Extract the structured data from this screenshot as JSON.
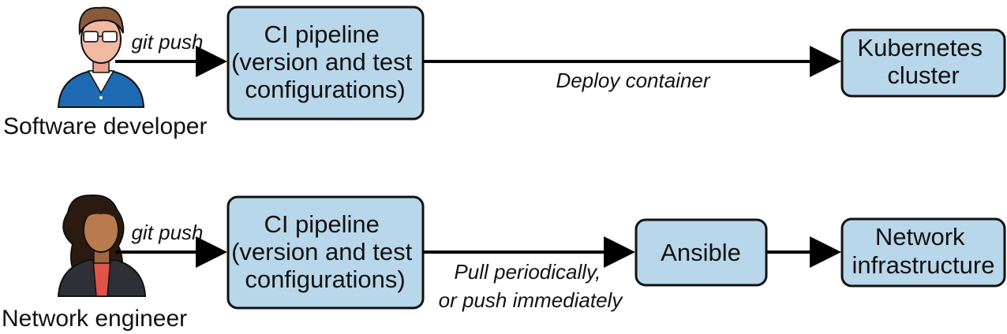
{
  "colors": {
    "box_fill": "#b9d7ea",
    "box_stroke": "#111111",
    "arrow": "#000000",
    "developer_shirt": "#1e6ab3",
    "engineer_jacket": "#2f2f38"
  },
  "actors": {
    "developer": {
      "label": "Software developer",
      "icon": "developer-icon"
    },
    "engineer": {
      "label": "Network engineer",
      "icon": "engineer-icon"
    }
  },
  "flows": {
    "dev": {
      "push_label": "git push",
      "ci": {
        "lines": [
          "CI pipeline",
          "(version and test",
          "configurations)"
        ]
      },
      "deploy_label": "Deploy container",
      "k8s": {
        "lines": [
          "Kubernetes",
          "cluster"
        ]
      }
    },
    "net": {
      "push_label": "git push",
      "ci": {
        "lines": [
          "CI pipeline",
          "(version and test",
          "configurations)"
        ]
      },
      "pull_label": [
        "Pull periodically,",
        "or push immediately"
      ],
      "ansible": {
        "lines": [
          "Ansible"
        ]
      },
      "infra": {
        "lines": [
          "Network",
          "infrastructure"
        ]
      }
    }
  }
}
